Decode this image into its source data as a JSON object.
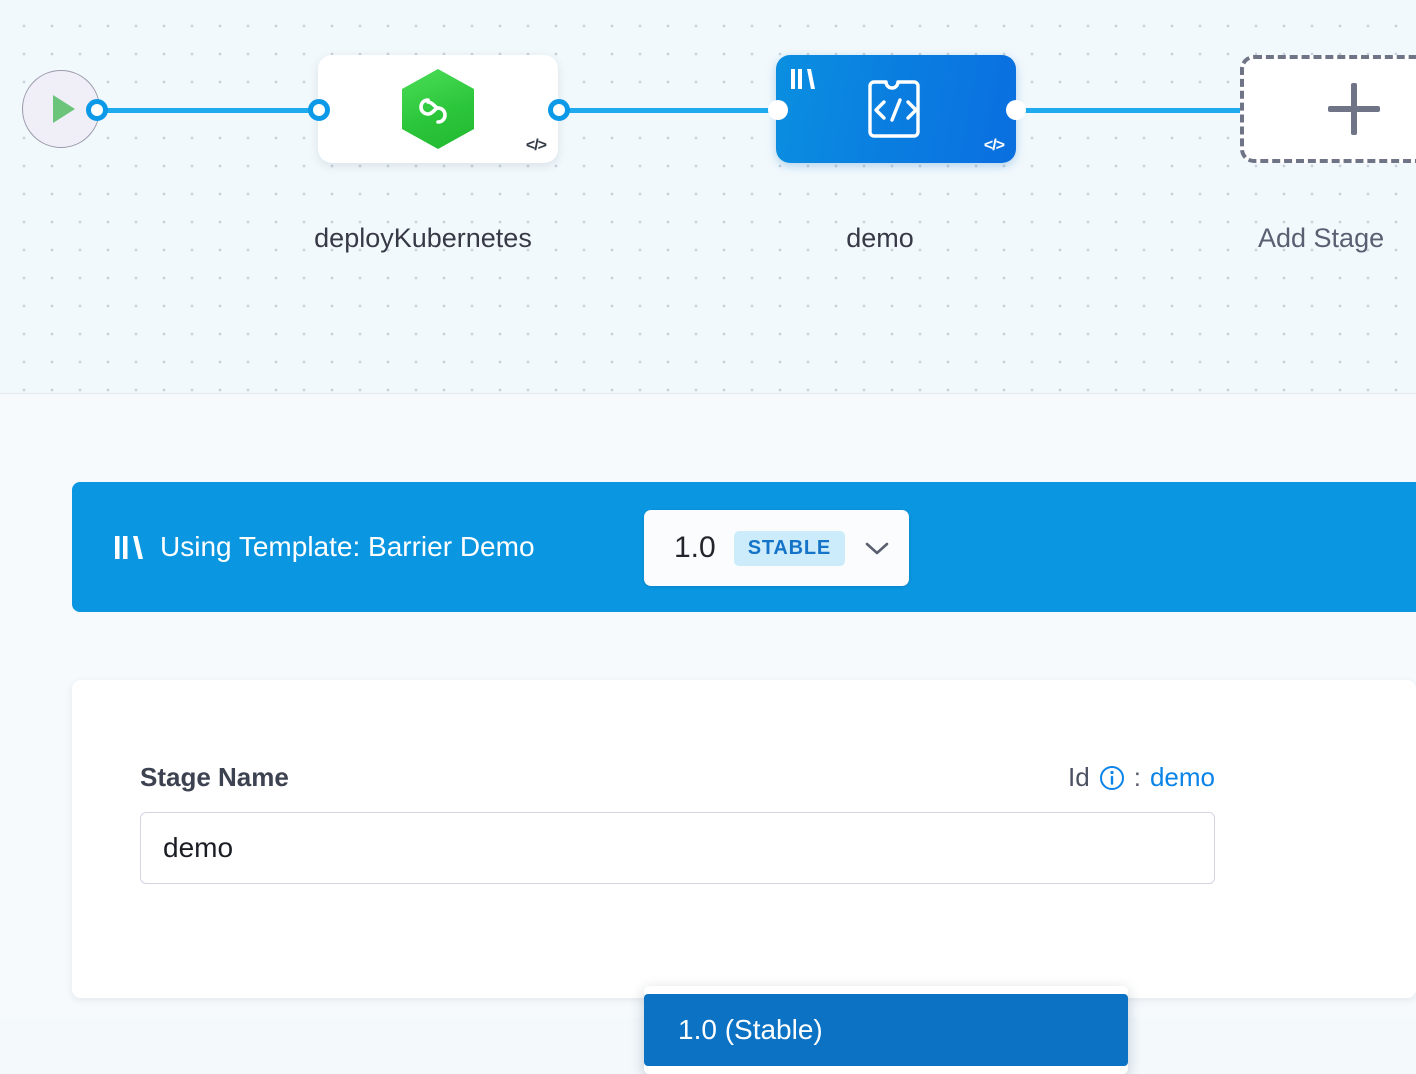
{
  "canvas": {
    "start_node": {
      "icon": "play-icon"
    },
    "nodes": [
      {
        "label": "deployKubernetes",
        "icon": "harness-hexagon-icon",
        "badge": "code-badge"
      },
      {
        "label": "demo",
        "icon": "puzzle-code-icon",
        "badge": "code-badge",
        "library_badge": "template-library-icon"
      }
    ],
    "add_stage": {
      "label": "Add Stage",
      "icon": "plus-icon"
    }
  },
  "template_bar": {
    "icon": "template-library-icon",
    "text": "Using Template: Barrier Demo",
    "version": {
      "value": "1.0",
      "chip": "STABLE",
      "chevron": "chevron-down-icon"
    },
    "menu": {
      "options": [
        {
          "label": "1.0 (Stable)",
          "selected": true
        }
      ]
    }
  },
  "form": {
    "stage_name_label": "Stage Name",
    "id_label": "Id",
    "id_info_icon": "info-icon",
    "id_separator": ":",
    "id_value": "demo",
    "stage_name_value": "demo",
    "stage_name_placeholder": "Stage Name"
  },
  "colors": {
    "accent_blue": "#0a96e0",
    "menu_selected": "#0b72c4",
    "chip_bg": "#ccecfb",
    "chip_text": "#1573c8",
    "node_green": "#2cc63b",
    "wire": "#1fabee",
    "canvas_bg": "#f2f9fc",
    "panel_bg": "#f6fafd"
  }
}
